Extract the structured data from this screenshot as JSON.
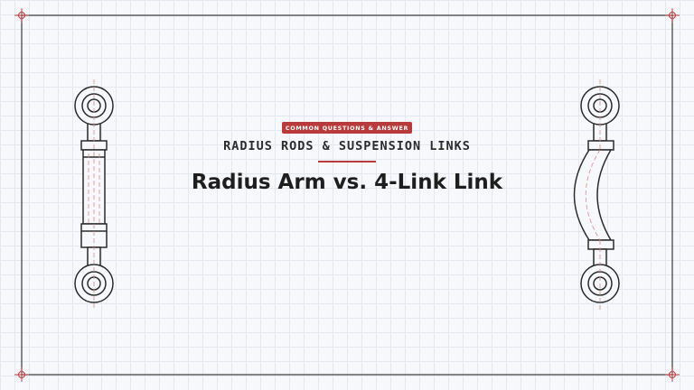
{
  "badge": "COMMON QUESTIONS & ANSWER",
  "subtitle": "RADIUS RODS & SUSPENSION LINKS",
  "title": "Radius Arm vs. 4-Link Link",
  "colors": {
    "accent": "#b83a3a",
    "ink": "#2b2b2b",
    "grid": "#e3e8f0",
    "background": "#f6f8fb",
    "centerline": "#d98a8a"
  },
  "icons": {
    "left": "straight-radius-rod-icon",
    "right": "bent-suspension-link-icon",
    "corners": "registration-crosshair-icon"
  }
}
